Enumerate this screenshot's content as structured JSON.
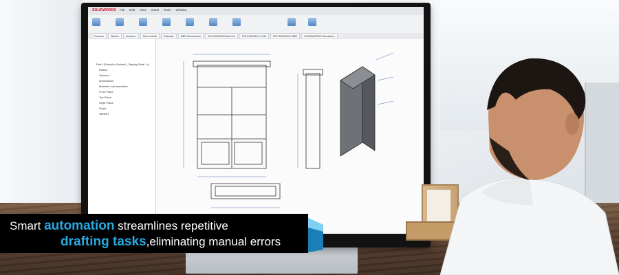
{
  "caption": {
    "line1_highlight": "automation",
    "line1_prefix": "Smart ",
    "line1_suffix": " streamlines repetitive",
    "line2_highlight": "drafting tasks",
    "line2_suffix": ",eliminating manual errors"
  },
  "colors": {
    "caption_bg": "#000000",
    "caption_text": "#ffffff",
    "highlight": "#29a9e1"
  },
  "screen": {
    "brand": "SOLIDWORKS",
    "menu": [
      "File",
      "Edit",
      "View",
      "Insert",
      "Tools",
      "Window"
    ],
    "tabs": [
      "Features",
      "Sketch",
      "Surfaces",
      "Sheet Metal",
      "Evaluate",
      "MBD Dimensions",
      "SOLIDWORKS Add-Ins",
      "SOLIDWORKS CAM",
      "SOLIDWORKS MBD",
      "SOLIDWORKS Simulation"
    ],
    "tree": [
      "Part1 (Default<<Default>_Display State 1>)",
      "History",
      "Sensors",
      "Annotations",
      "Material <not specified>",
      "Front Plane",
      "Top Plane",
      "Right Plane",
      "Origin",
      "Sketch1"
    ]
  },
  "icons": [
    "shield-cube-icon"
  ]
}
